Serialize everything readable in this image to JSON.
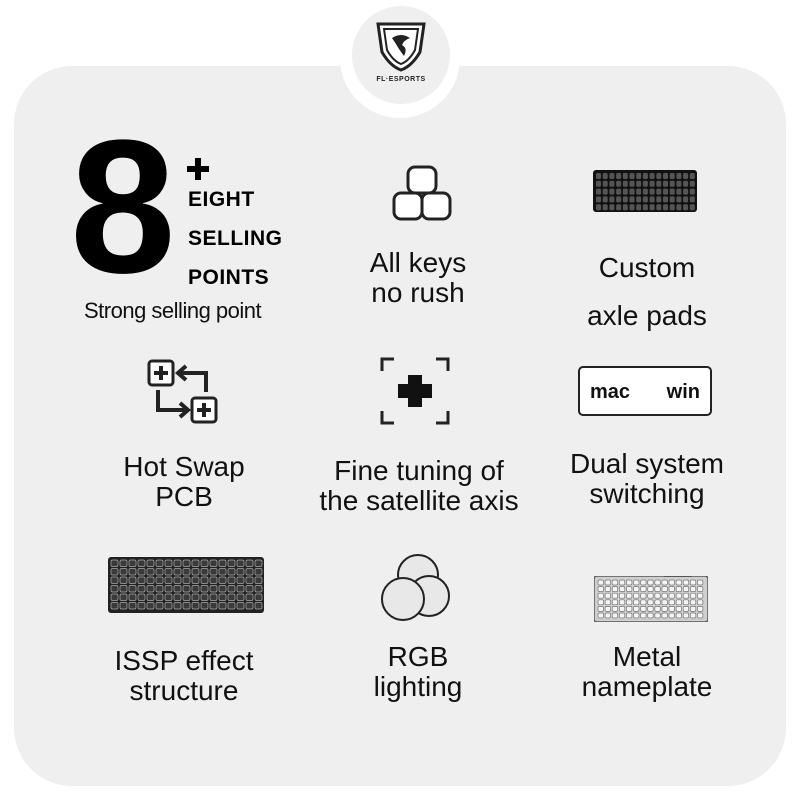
{
  "logo": {
    "text": "FL·ESPORTS"
  },
  "headline": {
    "number": "8",
    "lines": [
      "EIGHT",
      "SELLING",
      "POINTS"
    ],
    "subtitle": "Strong selling point"
  },
  "features": [
    {
      "line1": "All keys",
      "line2": "no  rush",
      "icon": "keycaps-icon"
    },
    {
      "line1": "Custom",
      "line2": "axle pads",
      "icon": "axle-pads-icon"
    },
    {
      "line1": "Hot Swap",
      "line2": "PCB",
      "icon": "hot-swap-icon"
    },
    {
      "line1": "Fine tuning of",
      "line2": "the satellite axis",
      "icon": "satellite-axis-icon"
    },
    {
      "line1": "Dual system",
      "line2": "switching",
      "icon": "dual-system-icon",
      "toggle": [
        "mac",
        "win"
      ]
    },
    {
      "line1": "ISSP effect",
      "line2": "structure",
      "icon": "keyboard-icon"
    },
    {
      "line1": "RGB",
      "line2": "lighting",
      "icon": "rgb-circles-icon"
    },
    {
      "line1": "Metal",
      "line2": "nameplate",
      "icon": "metal-keyboard-icon"
    }
  ]
}
